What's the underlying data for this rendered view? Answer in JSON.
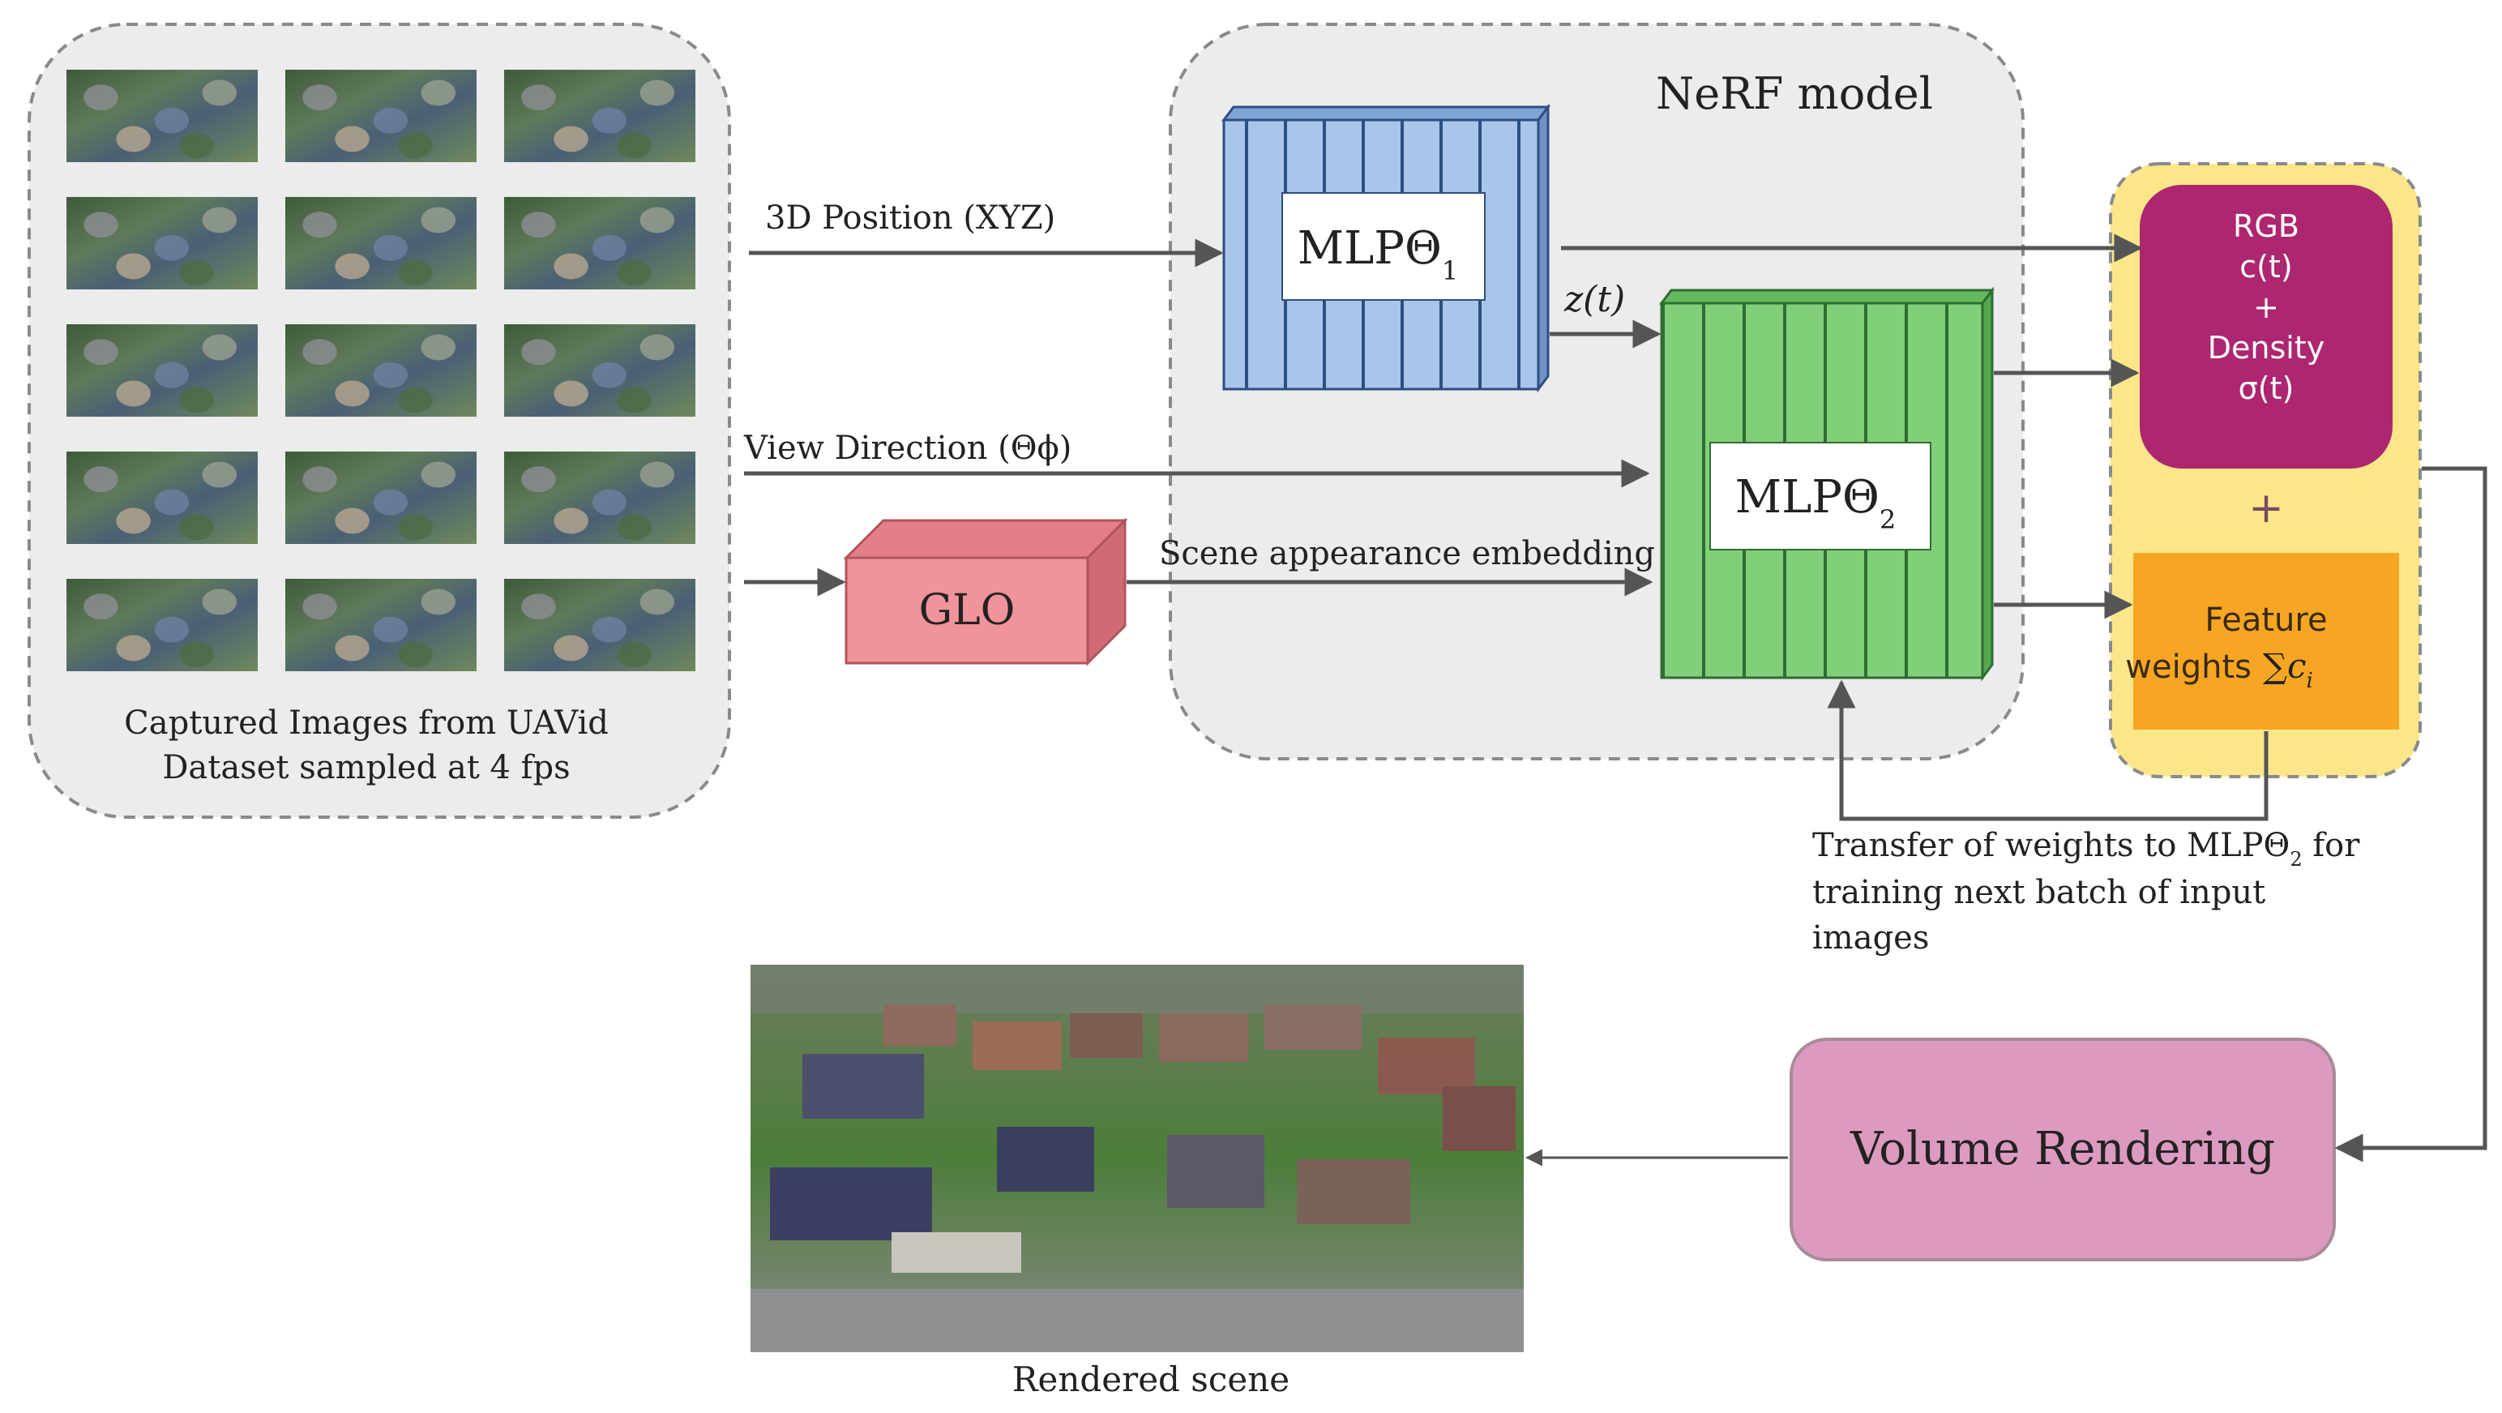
{
  "dataset": {
    "caption_line1": "Captured Images from UAVid",
    "caption_line2": "Dataset sampled at 4 fps",
    "thumbnail_count": 15
  },
  "nerf": {
    "title": "NeRF model",
    "mlp1_label": "MLPΘ",
    "mlp1_sub": "1",
    "mlp2_label": "MLPΘ",
    "mlp2_sub": "2",
    "z_label": "z(t)"
  },
  "inputs": {
    "position_label": "3D Position (XYZ)",
    "view_label": "View Direction (Θϕ)",
    "glo_label": "GLO",
    "embedding_label": "Scene appearance embedding"
  },
  "outputs": {
    "rgb_line1": "RGB",
    "rgb_line2": "c(t)",
    "rgb_plus": "+",
    "density_line1": "Density",
    "density_line2": "σ(t)",
    "plus": "+",
    "feature_line1": "Feature",
    "feature_line2": "weights",
    "feature_sum": "∑c",
    "feature_sum_sub": "i"
  },
  "transfer": {
    "line1_a": "Transfer of weights to MLPΘ",
    "line1_sub": "2",
    "line1_b": " for",
    "line2": "training next batch of input",
    "line3": "images"
  },
  "render": {
    "volume_label": "Volume Rendering",
    "scene_caption": "Rendered scene"
  },
  "colors": {
    "mlp1_fill": "#a9c6ea",
    "mlp2_fill": "#82cf7a",
    "glo_fill": "#f0939a",
    "rgb_fill": "#ad2670",
    "feature_fill": "#f7a623",
    "output_bg": "#fbe68a",
    "volume_fill": "#dd9ac0",
    "panel_bg": "#ececec"
  }
}
